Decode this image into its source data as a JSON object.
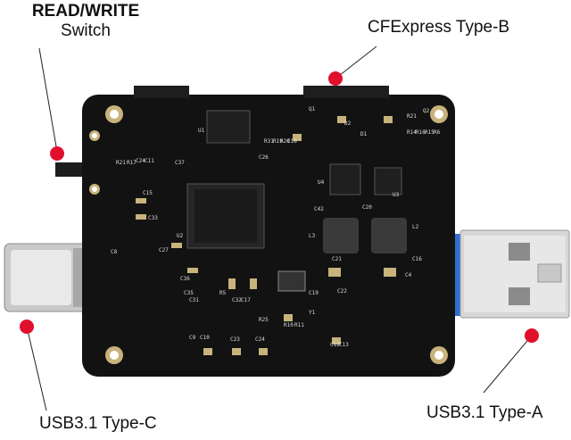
{
  "labels": {
    "read_write_line1": "READ/WRITE",
    "read_write_line2": "Switch",
    "cfexpress": "CFExpress Type-B",
    "usb_c": "USB3.1 Type-C",
    "usb_a": "USB3.1 Type-A"
  },
  "colors": {
    "pcb": "#111111",
    "marker": "#e0102c",
    "usb_a_insert": "#2f6fd0",
    "metal": "#c9c9c9"
  },
  "icons": [
    "red-dot-marker",
    "leader-line"
  ],
  "pcb_silkscreen": [
    "U1",
    "R21",
    "R17",
    "C24",
    "C11",
    "C37",
    "R31",
    "R19",
    "R20",
    "C18",
    "C26",
    "U4",
    "C42",
    "C20",
    "L3",
    "L2",
    "C21",
    "C22",
    "C16",
    "C4",
    "C8",
    "C27",
    "C35",
    "C31",
    "C32",
    "C17",
    "R5",
    "R10",
    "R11",
    "R25",
    "Y1",
    "C19",
    "C9",
    "C10",
    "C23",
    "C24",
    "C12",
    "C13",
    "U2",
    "U3",
    "Q1",
    "D2",
    "D1",
    "R21",
    "R14",
    "R16",
    "R15",
    "R6",
    "Q2",
    "C15",
    "C33",
    "C36"
  ]
}
